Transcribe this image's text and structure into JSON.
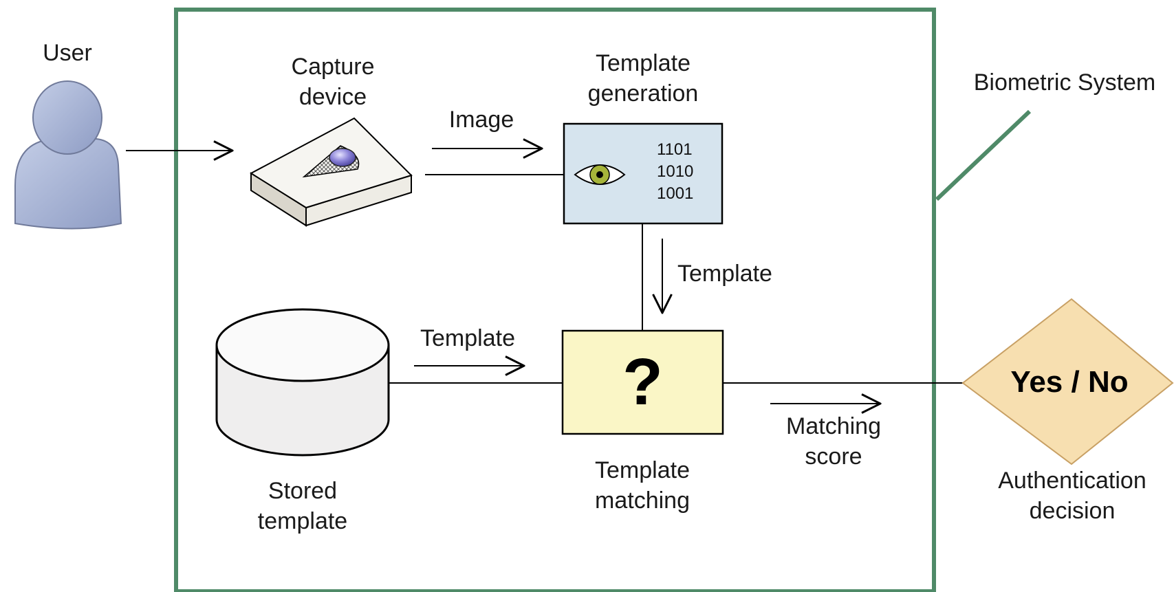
{
  "system_label": "Biometric System",
  "user": {
    "label": "User"
  },
  "capture_device": {
    "line1": "Capture",
    "line2": "device"
  },
  "image_arrow": {
    "label": "Image"
  },
  "template_generation": {
    "line1": "Template",
    "line2": "generation",
    "bits": [
      "1101",
      "1010",
      "1001"
    ]
  },
  "template_arrow_down": {
    "label": "Template"
  },
  "template_arrow_right": {
    "label": "Template"
  },
  "stored_template": {
    "line1": "Stored",
    "line2": "template"
  },
  "template_matching": {
    "symbol": "?",
    "line1": "Template",
    "line2": "matching"
  },
  "matching_score": {
    "line1": "Matching",
    "line2": "score"
  },
  "decision": {
    "symbol": "Yes / No",
    "line1": "Authentication",
    "line2": "decision"
  },
  "colors": {
    "system_border": "#4f8a68",
    "user_fill": "#a9b6d6",
    "template_generation_fill": "#d6e4ee",
    "template_matching_fill": "#faf6c6",
    "decision_fill": "#f7dfb0",
    "decision_stroke": "#c8a064",
    "eye_iris": "#a6b43a"
  }
}
